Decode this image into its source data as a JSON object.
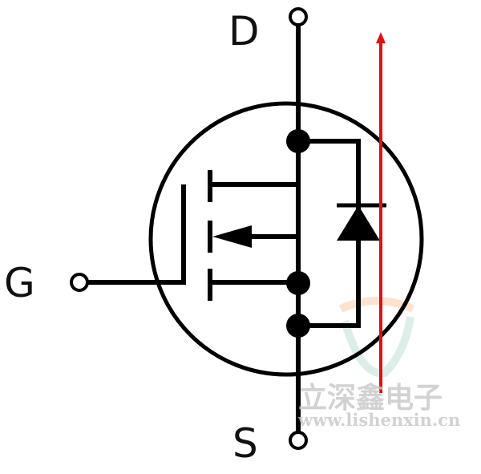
{
  "labels": {
    "drain": "D",
    "gate": "G",
    "source": "S"
  },
  "watermark": {
    "name": "立深鑫电子",
    "url": "www.lishenxin.cn"
  },
  "colors": {
    "stroke": "#000000",
    "arrow": "#e01010",
    "watermark": "#c8c8c8"
  }
}
